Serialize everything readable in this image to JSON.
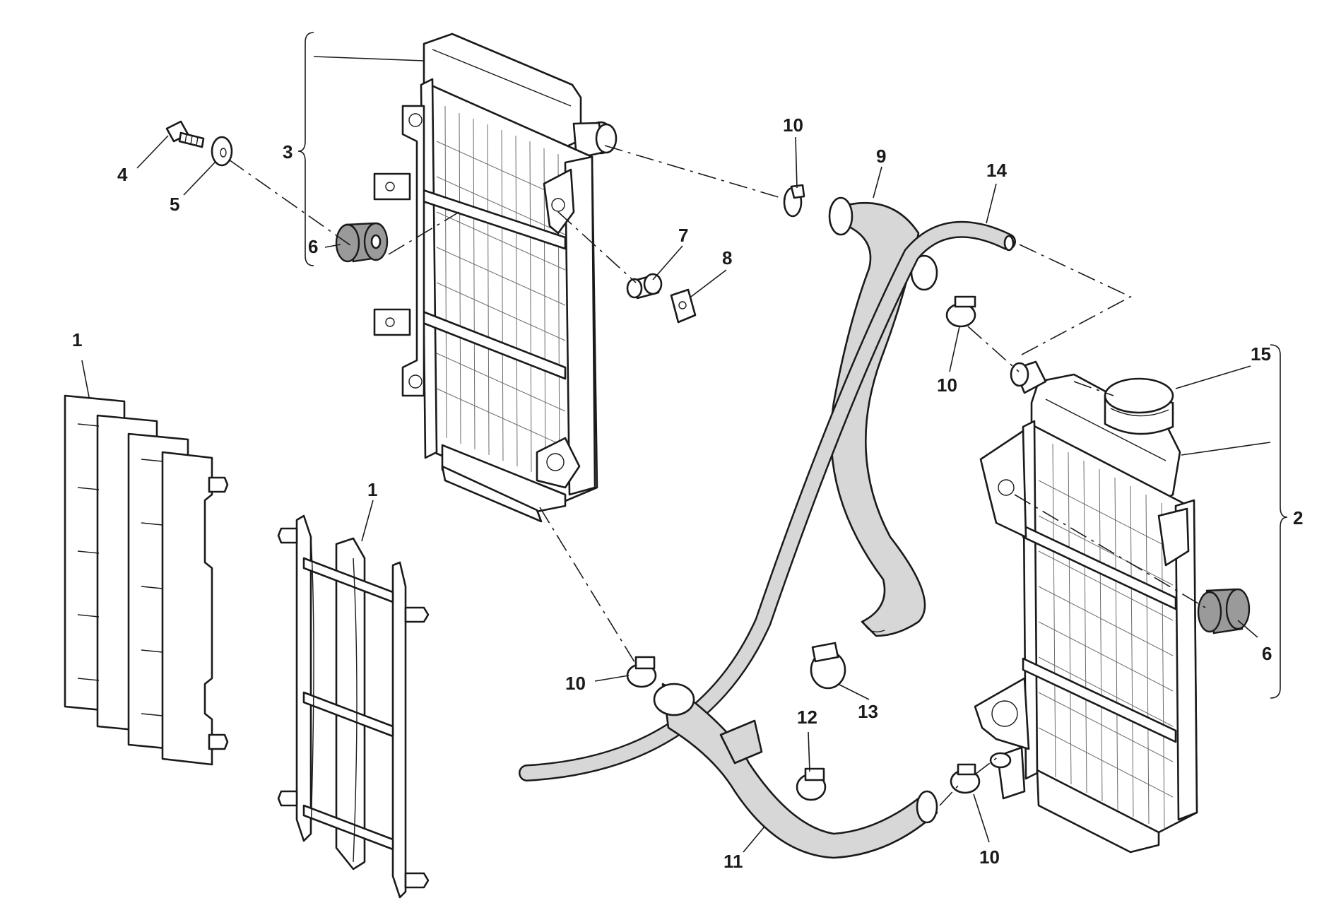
{
  "diagram": {
    "callouts": [
      {
        "id": "c1a",
        "text": "1"
      },
      {
        "id": "c1b",
        "text": "1"
      },
      {
        "id": "c2",
        "text": "2"
      },
      {
        "id": "c3",
        "text": "3"
      },
      {
        "id": "c4",
        "text": "4"
      },
      {
        "id": "c5",
        "text": "5"
      },
      {
        "id": "c6a",
        "text": "6"
      },
      {
        "id": "c6b",
        "text": "6"
      },
      {
        "id": "c7",
        "text": "7"
      },
      {
        "id": "c8",
        "text": "8"
      },
      {
        "id": "c9",
        "text": "9"
      },
      {
        "id": "c10a",
        "text": "10"
      },
      {
        "id": "c10b",
        "text": "10"
      },
      {
        "id": "c10c",
        "text": "10"
      },
      {
        "id": "c10d",
        "text": "10"
      },
      {
        "id": "c11",
        "text": "11"
      },
      {
        "id": "c12",
        "text": "12"
      },
      {
        "id": "c13",
        "text": "13"
      },
      {
        "id": "c14",
        "text": "14"
      },
      {
        "id": "c15",
        "text": "15"
      }
    ],
    "parts": [
      {
        "icon": "radiator-guard-grille-icon"
      },
      {
        "icon": "right-radiator-icon"
      },
      {
        "icon": "left-radiator-icon"
      },
      {
        "icon": "screw-icon"
      },
      {
        "icon": "washer-icon"
      },
      {
        "icon": "rubber-grommet-icon"
      },
      {
        "icon": "spacer-bushing-icon"
      },
      {
        "icon": "clip-nut-icon"
      },
      {
        "icon": "upper-hose-icon"
      },
      {
        "icon": "hose-clamp-icon"
      },
      {
        "icon": "lower-hose-icon"
      },
      {
        "icon": "breather-pipe-icon"
      },
      {
        "icon": "radiator-cap-icon"
      }
    ],
    "colors": {
      "line": "#1a1a1a",
      "hose_fill": "#d7d7d7",
      "rubber_fill": "#9a9a9a",
      "background": "#ffffff"
    }
  }
}
